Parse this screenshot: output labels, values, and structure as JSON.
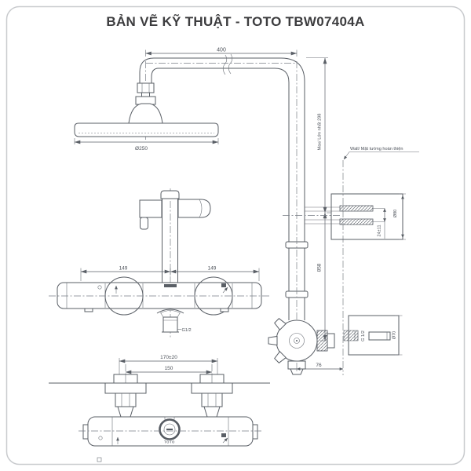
{
  "title": "BẢN VẼ KỸ THUẬT - TOTO TBW07404A",
  "drawing": {
    "overhead": {
      "arm_length": "400",
      "head_diameter": "Ø250",
      "max_height": "Max/ Lớn nhất 298"
    },
    "wall": {
      "finish_label": "Wall/ Mặt tường hoàn thiện"
    },
    "bracket": {
      "depth_adjust": "24±11",
      "flange_diameter": "Ø80"
    },
    "riser": {
      "height": "858"
    },
    "mixer_front": {
      "dim_left": "149",
      "dim_right": "149",
      "outlet_thread": "G1/2"
    },
    "side_view": {
      "inlet_thread": "G 1/2",
      "flange_diameter": "Ø70",
      "wall_offset": "76"
    },
    "bottom_view": {
      "overall_width": "170±20",
      "inlet_pitch": "150",
      "brand": "TOTO"
    }
  },
  "colors": {
    "line": "#5a5f66",
    "dim_text": "#4d525a",
    "title": "#3d3d3f",
    "border": "#c9cbce",
    "background": "#ffffff"
  }
}
